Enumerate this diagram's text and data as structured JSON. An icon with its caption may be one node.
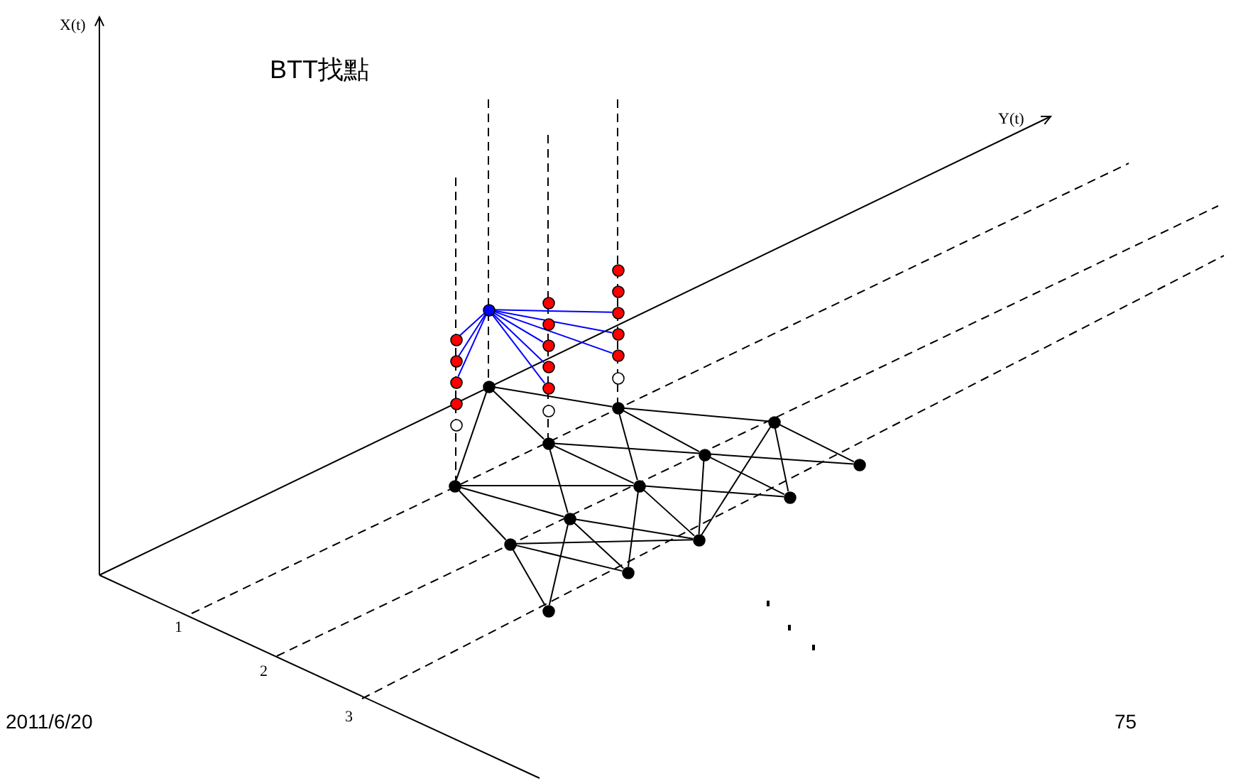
{
  "diagram": {
    "title": "BTT找點",
    "nodes": [
      {
        "text": [],
        "shape": "circle"
      },
      {
        "text": [],
        "shape": "circle"
      },
      {
        "text": [],
        "shape": "circle"
      },
      {
        "text": [],
        "shape": "circle"
      },
      {
        "text": [],
        "shape": "circle"
      },
      {
        "text": [],
        "shape": "circle"
      },
      {
        "text": [],
        "shape": "circle"
      },
      {
        "text": [],
        "shape": "circle"
      },
      {
        "text": [],
        "shape": "circle"
      },
      {
        "text": [],
        "shape": "circle"
      },
      {
        "text": [],
        "shape": "circle"
      },
      {
        "text": [],
        "shape": "circle"
      },
      {
        "text": [],
        "shape": "circle"
      },
      {
        "text": [],
        "shape": "circle"
      },
      {
        "text": [],
        "shape": "circle"
      },
      {
        "text": [],
        "shape": "circle"
      },
      {
        "text": [],
        "shape": "circle"
      },
      {
        "text": [],
        "shape": "circle"
      },
      {
        "text": [],
        "shape": "circle"
      },
      {
        "text": [],
        "shape": "circle"
      },
      {
        "text": [],
        "shape": "circle"
      },
      {
        "text": [],
        "shape": "circle"
      },
      {
        "text": [],
        "shape": "circle"
      },
      {
        "text": [],
        "shape": "circle"
      },
      {
        "text": [],
        "shape": "circle"
      },
      {
        "text": [],
        "shape": "circle"
      },
      {
        "text": [],
        "shape": "circle"
      },
      {
        "text": [],
        "shape": "circle"
      },
      {
        "text": [],
        "shape": "circle"
      },
      {
        "text": [],
        "shape": "circle"
      },
      {
        "text": [],
        "shape": "circle"
      },
      {
        "text": [],
        "shape": "circle"
      }
    ],
    "edges": [
      {
        "from": 3,
        "to": 7,
        "arrow": "none",
        "color": "#0000ff"
      },
      {
        "from": 3,
        "to": 10,
        "arrow": "none",
        "color": "#0000ff"
      },
      {
        "from": 3,
        "to": 13,
        "arrow": "none",
        "color": "#0000ff"
      },
      {
        "from": 3,
        "to": 8,
        "arrow": "none",
        "color": "#0000ff"
      },
      {
        "from": 3,
        "to": 11,
        "arrow": "none",
        "color": "#0000ff"
      },
      {
        "from": 3,
        "to": 15,
        "arrow": "none",
        "color": "#0000ff"
      },
      {
        "from": 3,
        "to": 4,
        "arrow": "none",
        "color": "#0000ff"
      },
      {
        "from": 3,
        "to": 6,
        "arrow": "none",
        "color": "#0000ff"
      },
      {
        "from": 3,
        "to": 9,
        "arrow": "none",
        "color": "#0000ff"
      },
      {
        "from": 14,
        "to": 17,
        "arrow": "none"
      },
      {
        "from": 14,
        "to": 21,
        "arrow": "none"
      },
      {
        "from": 14,
        "to": 24,
        "arrow": "none"
      },
      {
        "from": 17,
        "to": 19,
        "arrow": "none"
      },
      {
        "from": 17,
        "to": 22,
        "arrow": "none"
      },
      {
        "from": 17,
        "to": 25,
        "arrow": "none"
      },
      {
        "from": 21,
        "to": 23,
        "arrow": "none"
      },
      {
        "from": 21,
        "to": 25,
        "arrow": "none"
      },
      {
        "from": 21,
        "to": 27,
        "arrow": "none"
      },
      {
        "from": 19,
        "to": 23,
        "arrow": "none"
      },
      {
        "from": 19,
        "to": 26,
        "arrow": "none"
      },
      {
        "from": 19,
        "to": 28,
        "arrow": "none"
      },
      {
        "from": 22,
        "to": 26,
        "arrow": "none"
      },
      {
        "from": 22,
        "to": 28,
        "arrow": "none"
      },
      {
        "from": 24,
        "to": 25,
        "arrow": "none"
      },
      {
        "from": 24,
        "to": 27,
        "arrow": "none"
      },
      {
        "from": 24,
        "to": 29,
        "arrow": "none"
      },
      {
        "from": 25,
        "to": 26,
        "arrow": "none"
      },
      {
        "from": 25,
        "to": 28,
        "arrow": "none"
      },
      {
        "from": 25,
        "to": 30,
        "arrow": "none"
      },
      {
        "from": 27,
        "to": 28,
        "arrow": "none"
      },
      {
        "from": 27,
        "to": 30,
        "arrow": "none"
      },
      {
        "from": 27,
        "to": 31,
        "arrow": "none"
      },
      {
        "from": 29,
        "to": 28,
        "arrow": "none"
      },
      {
        "from": 29,
        "to": 30,
        "arrow": "none"
      },
      {
        "from": 29,
        "to": 31,
        "arrow": "none"
      }
    ],
    "labels": [
      "X(t)",
      "Y(t)",
      "1",
      "2",
      "3",
      "2011/6/20",
      "75"
    ]
  }
}
